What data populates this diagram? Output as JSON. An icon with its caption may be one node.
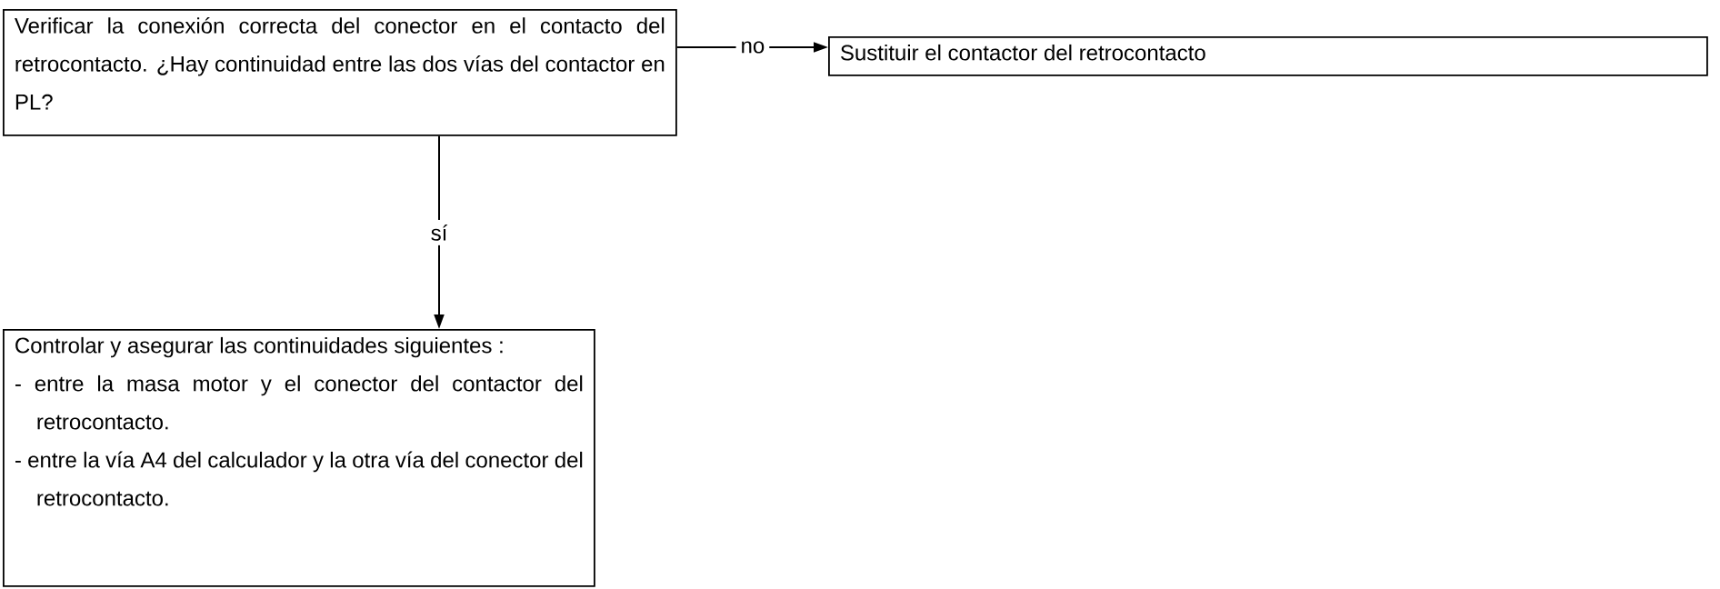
{
  "diagram": {
    "nodes": [
      {
        "text": [
          "Verificar la conexión correcta del conector en el contacto del retrocontacto. ¿Hay continuidad entre las dos vías del contactor en PL?"
        ]
      },
      {
        "text": [
          "Sustituir el contactor del retrocontacto"
        ]
      },
      {
        "text": [
          "Controlar y asegurar las continuidades siguientes :",
          "- entre la masa motor y el conector del contactor del retrocontacto.",
          "- entre la vía A4 del calculador y la otra vía del conector del retrocontacto."
        ]
      }
    ],
    "edges": [
      {
        "from": 0,
        "to": 1,
        "arrow": "to",
        "label": "no"
      },
      {
        "from": 0,
        "to": 2,
        "arrow": "to",
        "label": "sí"
      }
    ]
  }
}
